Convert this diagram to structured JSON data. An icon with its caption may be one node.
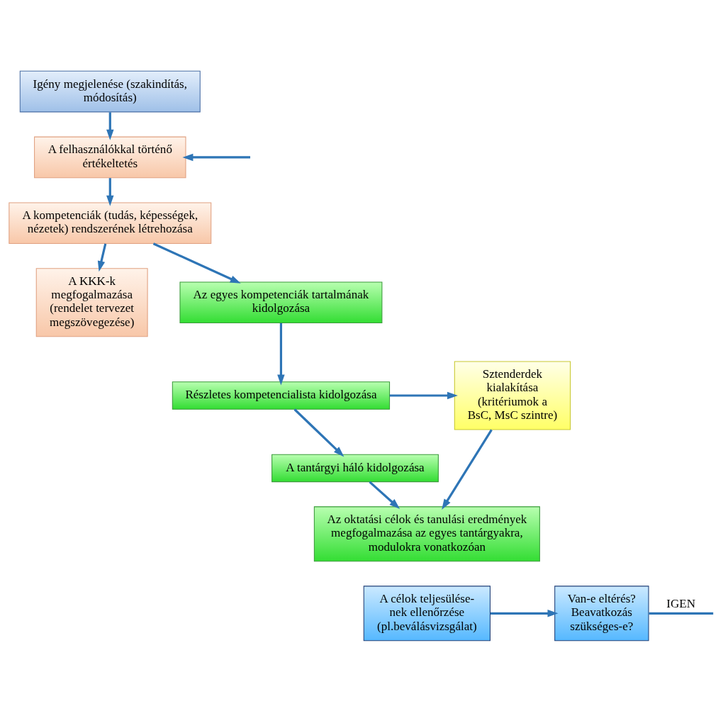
{
  "diagram": {
    "nodes": [
      {
        "text": [
          "Igény megjelenése (szakindítás, módosítás)"
        ]
      },
      {
        "text": [
          "A felhasználókkal történő értékeltetés"
        ]
      },
      {
        "text": [
          "A kompetenciák (tudás, képességek, nézetek) rendszerének létrehozása"
        ]
      },
      {
        "text": [
          "A KKK-k megfogalmazása (rendelet tervezet megszövegezése)"
        ]
      },
      {
        "text": [
          "Az egyes kompetenciák tartalmának kidolgozása"
        ]
      },
      {
        "text": [
          "Részletes kompetencialista kidolgozása"
        ]
      },
      {
        "text": [
          "Sztenderdek kialakítása (kritériumok a BsC, MsC szintre)"
        ]
      },
      {
        "text": [
          "A tantárgyi háló kidolgozása"
        ]
      },
      {
        "text": [
          "Az oktatási célok és tanulási eredmények megfogalmazása az egyes tantárgyakra, modulokra vonatkozóan"
        ]
      },
      {
        "text": [
          "A célok teljesülése- nek ellenőrzése (pl.beválásvizsgálat)"
        ]
      },
      {
        "text": [
          "Van-e eltérés? Beavatkozás szükséges-e?"
        ]
      }
    ],
    "edges": [
      {
        "from": 0,
        "to": 1,
        "arrow": "to"
      },
      {
        "from": 1,
        "to": 2,
        "arrow": "to"
      },
      {
        "from": 2,
        "to": 3,
        "arrow": "to"
      },
      {
        "from": 2,
        "to": 4,
        "arrow": "to"
      },
      {
        "from": 4,
        "to": 5,
        "arrow": "to"
      },
      {
        "from": 5,
        "to": 6,
        "arrow": "to"
      },
      {
        "from": 5,
        "to": 7,
        "arrow": "to"
      },
      {
        "from": 7,
        "to": 8,
        "arrow": "to"
      },
      {
        "from": 6,
        "to": 8,
        "arrow": "to"
      },
      {
        "from": 9,
        "to": 10,
        "arrow": "to"
      },
      {
        "from": 10,
        "to": null,
        "arrow": "none",
        "label": "IGEN"
      },
      {
        "from": null,
        "to": 1,
        "arrow": "to"
      }
    ]
  }
}
